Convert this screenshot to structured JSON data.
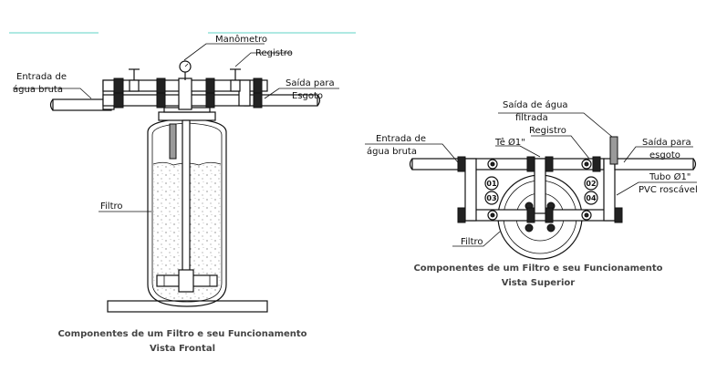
{
  "colors": {
    "accent_line": "#5fd3c5",
    "caption": "#444444",
    "ink": "#111111"
  },
  "front": {
    "labels": {
      "manometro": "Manômetro",
      "registro": "Registro",
      "entrada_1": "Entrada de",
      "entrada_2": "água bruta",
      "saida_1": "Saída para",
      "saida_2": "Esgoto",
      "filtro": "Filtro"
    },
    "caption_1": "Componentes de um Filtro e seu Funcionamento",
    "caption_2": "Vista Frontal"
  },
  "top": {
    "labels": {
      "saida_filtrada_1": "Saída de água",
      "saida_filtrada_2": "filtrada",
      "registro": "Registro",
      "te": "Tê Ø1\"",
      "entrada_1": "Entrada de",
      "entrada_2": "água bruta",
      "saida_1": "Saída para",
      "saida_2": "esgoto",
      "tubo_1": "Tubo Ø1\"",
      "tubo_2": "PVC roscável",
      "filtro": "Filtro"
    },
    "valves": [
      "01",
      "02",
      "03",
      "04"
    ],
    "caption_1": "Componentes de um Filtro e seu Funcionamento",
    "caption_2": "Vista Superior"
  }
}
